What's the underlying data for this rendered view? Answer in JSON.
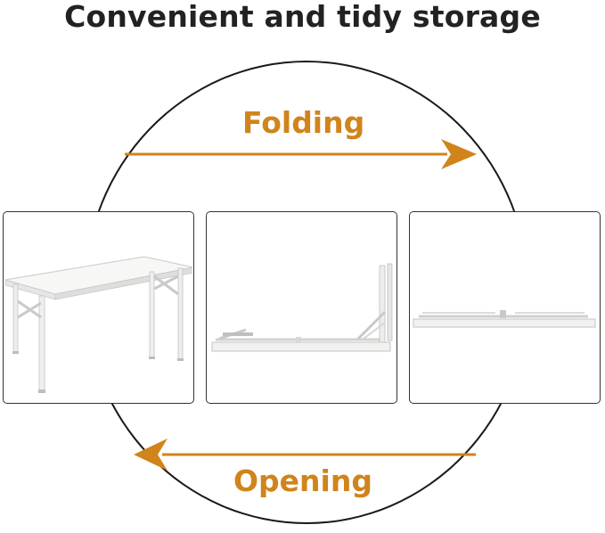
{
  "heading": "Convenient and tidy storage",
  "labels": {
    "folding": "Folding",
    "opening": "Opening"
  },
  "colors": {
    "accent": "#d0841b",
    "ring": "#1a1a1a",
    "heading": "#222222"
  },
  "icons": {
    "top_arrow": "arrow-right-icon",
    "bottom_arrow": "arrow-left-icon"
  },
  "panels": [
    {
      "state": "open table"
    },
    {
      "state": "partially folded table"
    },
    {
      "state": "fully folded table"
    }
  ]
}
